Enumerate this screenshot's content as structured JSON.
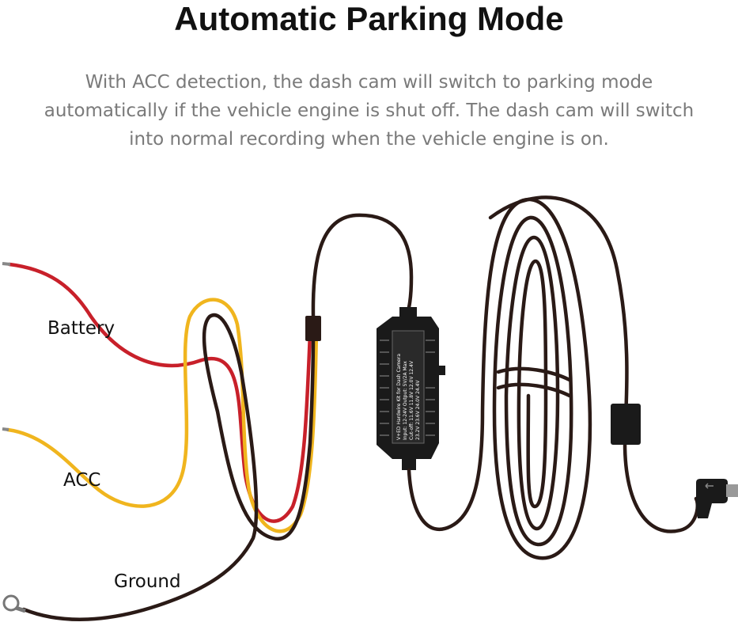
{
  "header": {
    "title": "Automatic Parking Mode",
    "description": "With ACC detection, the dash cam will switch to parking mode automatically if the vehicle engine is shut off. The dash cam will switch into normal recording when the vehicle engine is on."
  },
  "wires": {
    "battery_label": "Battery",
    "acc_label": "ACC",
    "ground_label": "Ground"
  },
  "colors": {
    "battery_wire": "#c8202a",
    "acc_wire": "#f0b51e",
    "ground_wire": "#2a1a16",
    "cable": "#2a1a16",
    "module": "#1a1a1a"
  },
  "module": {
    "spec_lines": [
      "V+ED Hardwire Kit for Dash Camera",
      "Input: 12-24V Output: 5V/2A Max",
      "Cut-off: 11.6V 11.8V 12.0V 12.4V",
      "23.2V 23.6V 24.0V 24.4V"
    ]
  }
}
